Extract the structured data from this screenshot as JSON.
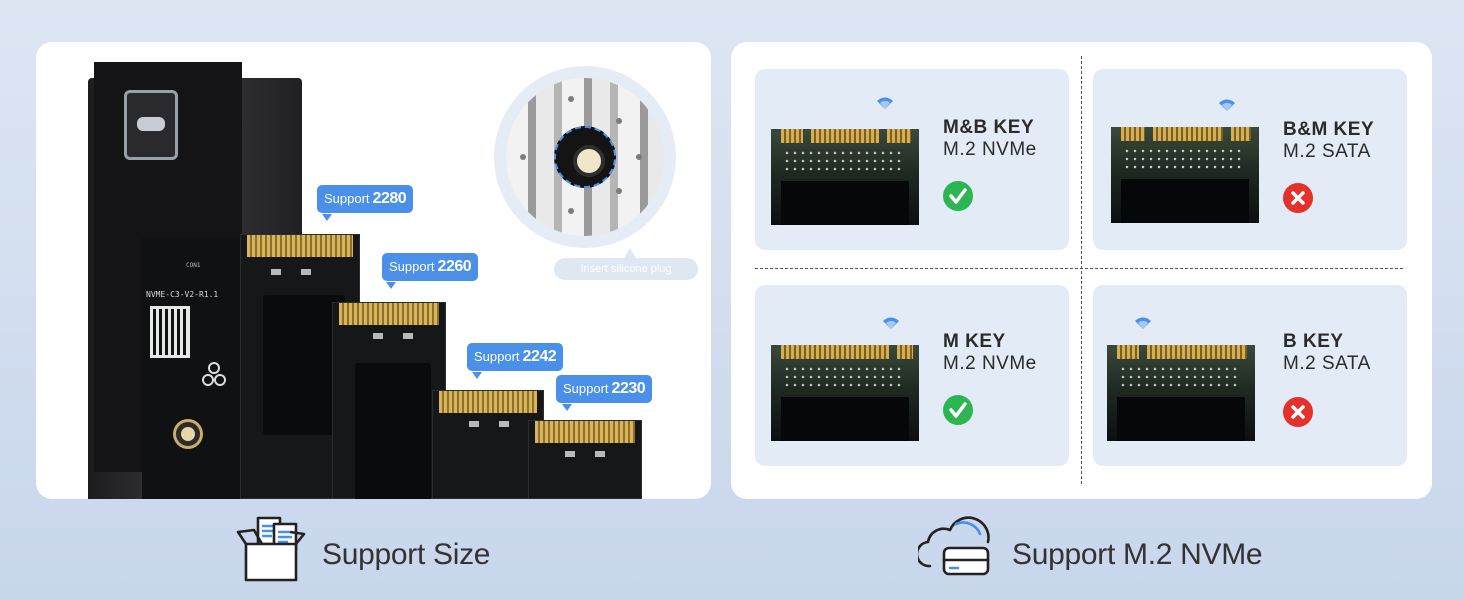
{
  "left_panel": {
    "board_label": "NVME-C3-V2-R1.1",
    "board_connector_label": "CON1",
    "tags": [
      {
        "prefix": "Support",
        "size": "2280"
      },
      {
        "prefix": "Support",
        "size": "2260"
      },
      {
        "prefix": "Support",
        "size": "2242"
      },
      {
        "prefix": "Support",
        "size": "2230"
      }
    ],
    "plug_label": "Insert silicone plug",
    "caption": "Support Size",
    "caption_icon": "box-documents-icon"
  },
  "right_panel": {
    "cards": [
      {
        "key": "M&B KEY",
        "type": "M.2 NVMe",
        "status": "supported",
        "status_icon": "check-icon"
      },
      {
        "key": "B&M KEY",
        "type": "M.2 SATA",
        "status": "unsupported",
        "status_icon": "cross-icon"
      },
      {
        "key": "M KEY",
        "type": "M.2 NVMe",
        "status": "supported",
        "status_icon": "check-icon"
      },
      {
        "key": "B KEY",
        "type": "M.2 SATA",
        "status": "unsupported",
        "status_icon": "cross-icon"
      }
    ],
    "caption": "Support M.2 NVMe",
    "caption_icon": "cloud-drive-icon"
  },
  "colors": {
    "accent": "#4a90e8",
    "ok": "#2db552",
    "error": "#e5312b",
    "card_bg": "#e3ebf6"
  }
}
